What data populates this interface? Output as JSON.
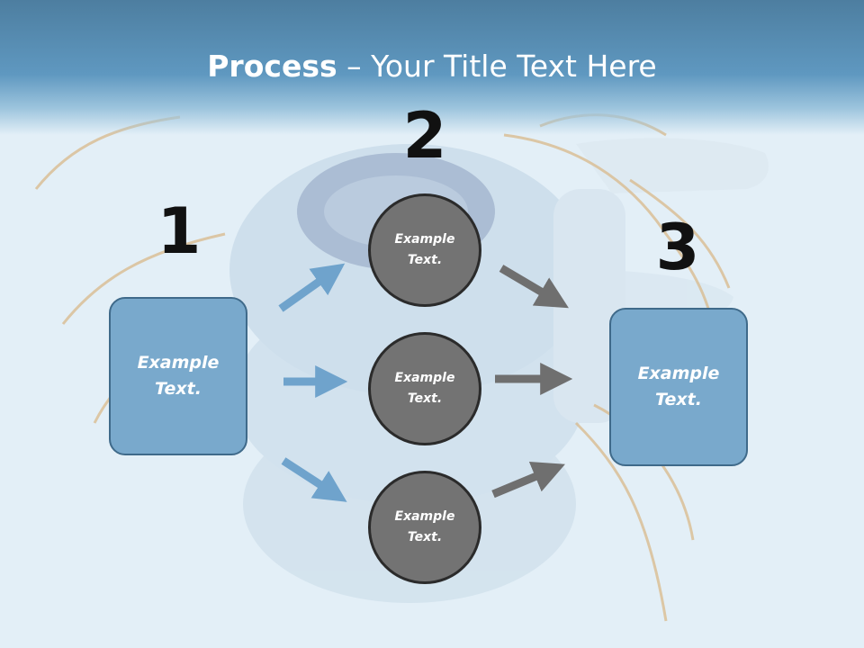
{
  "title": {
    "bold": "Process",
    "rest": " – Your Title Text Here"
  },
  "steps": [
    "1",
    "2",
    "3"
  ],
  "left_box": {
    "text": "Example Text."
  },
  "circles": [
    {
      "text": "Example Text."
    },
    {
      "text": "Example Text."
    },
    {
      "text": "Example Text."
    }
  ],
  "right_box": {
    "text": "Example Text."
  },
  "colors": {
    "box_fill": "#79a9cc",
    "circle_fill": "#737373",
    "left_arrow": "#6fa3cc",
    "right_arrow": "#6f6f6f"
  }
}
